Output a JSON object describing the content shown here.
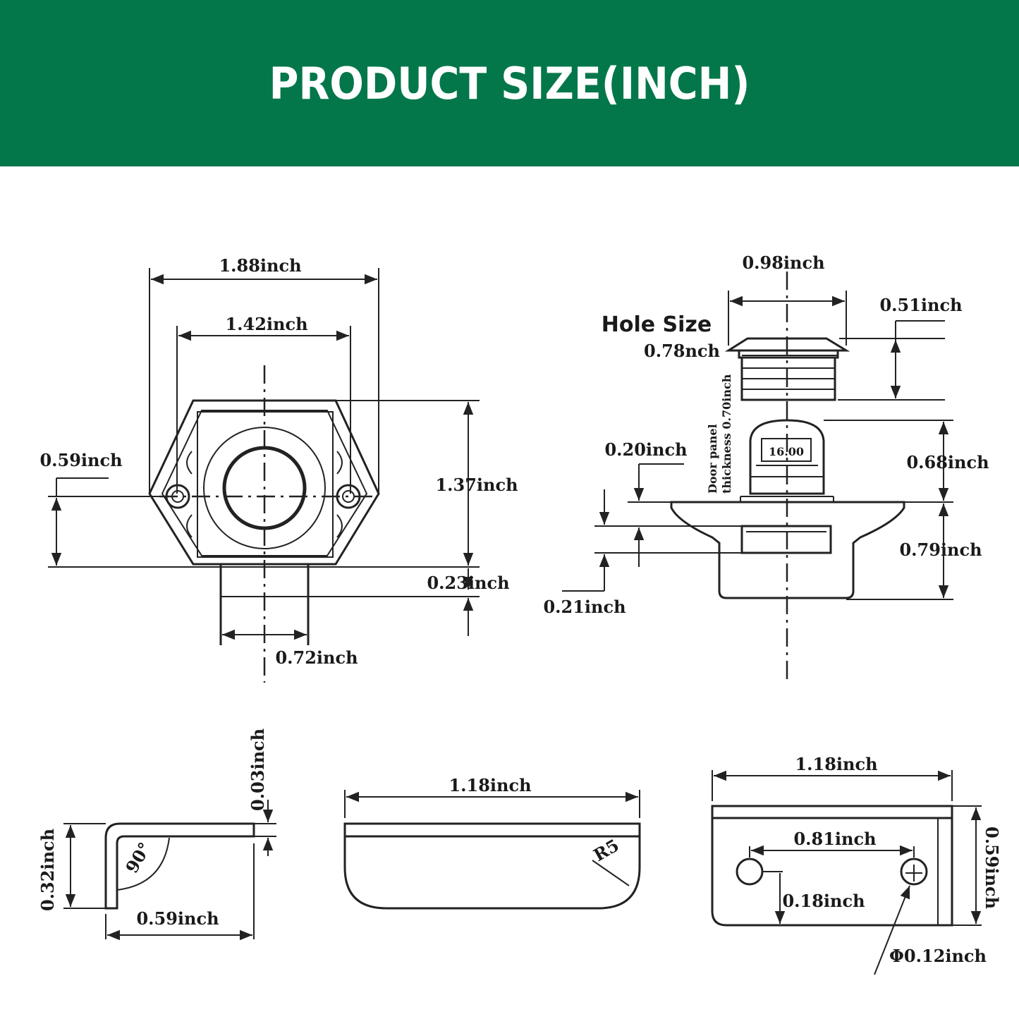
{
  "banner": {
    "title": "PRODUCT SIZE(INCH)",
    "color": "#03774a"
  },
  "front_view": {
    "width_outer": "1.88inch",
    "width_inner": "1.42inch",
    "height": "1.37inch",
    "hole_center": "0.59inch",
    "stem_height": "0.23inch",
    "stem_width": "0.72inch"
  },
  "side_view": {
    "cap_width": "0.98inch",
    "cap_height": "0.51inch",
    "hole_size_title": "Hole Size",
    "hole_size_value": "0.78nch",
    "door_panel_line1": "Door panel",
    "door_panel_line2": "thickness 0.70inch",
    "body_top": "0.68inch",
    "gap_top": "0.20inch",
    "gap_bottom": "0.21inch",
    "body_bottom": "0.79inch",
    "marking": "16.00"
  },
  "bracket_side": {
    "thickness": "0.03inch",
    "height": "0.32inch",
    "angle": "90°",
    "width": "0.59inch"
  },
  "bracket_front": {
    "width": "1.18inch",
    "radius": "R5"
  },
  "bracket_plate": {
    "width": "1.18inch",
    "hole_spacing": "0.81inch",
    "height": "0.59inch",
    "hole_offset": "0.18inch",
    "hole_diameter": "Φ0.12inch"
  }
}
